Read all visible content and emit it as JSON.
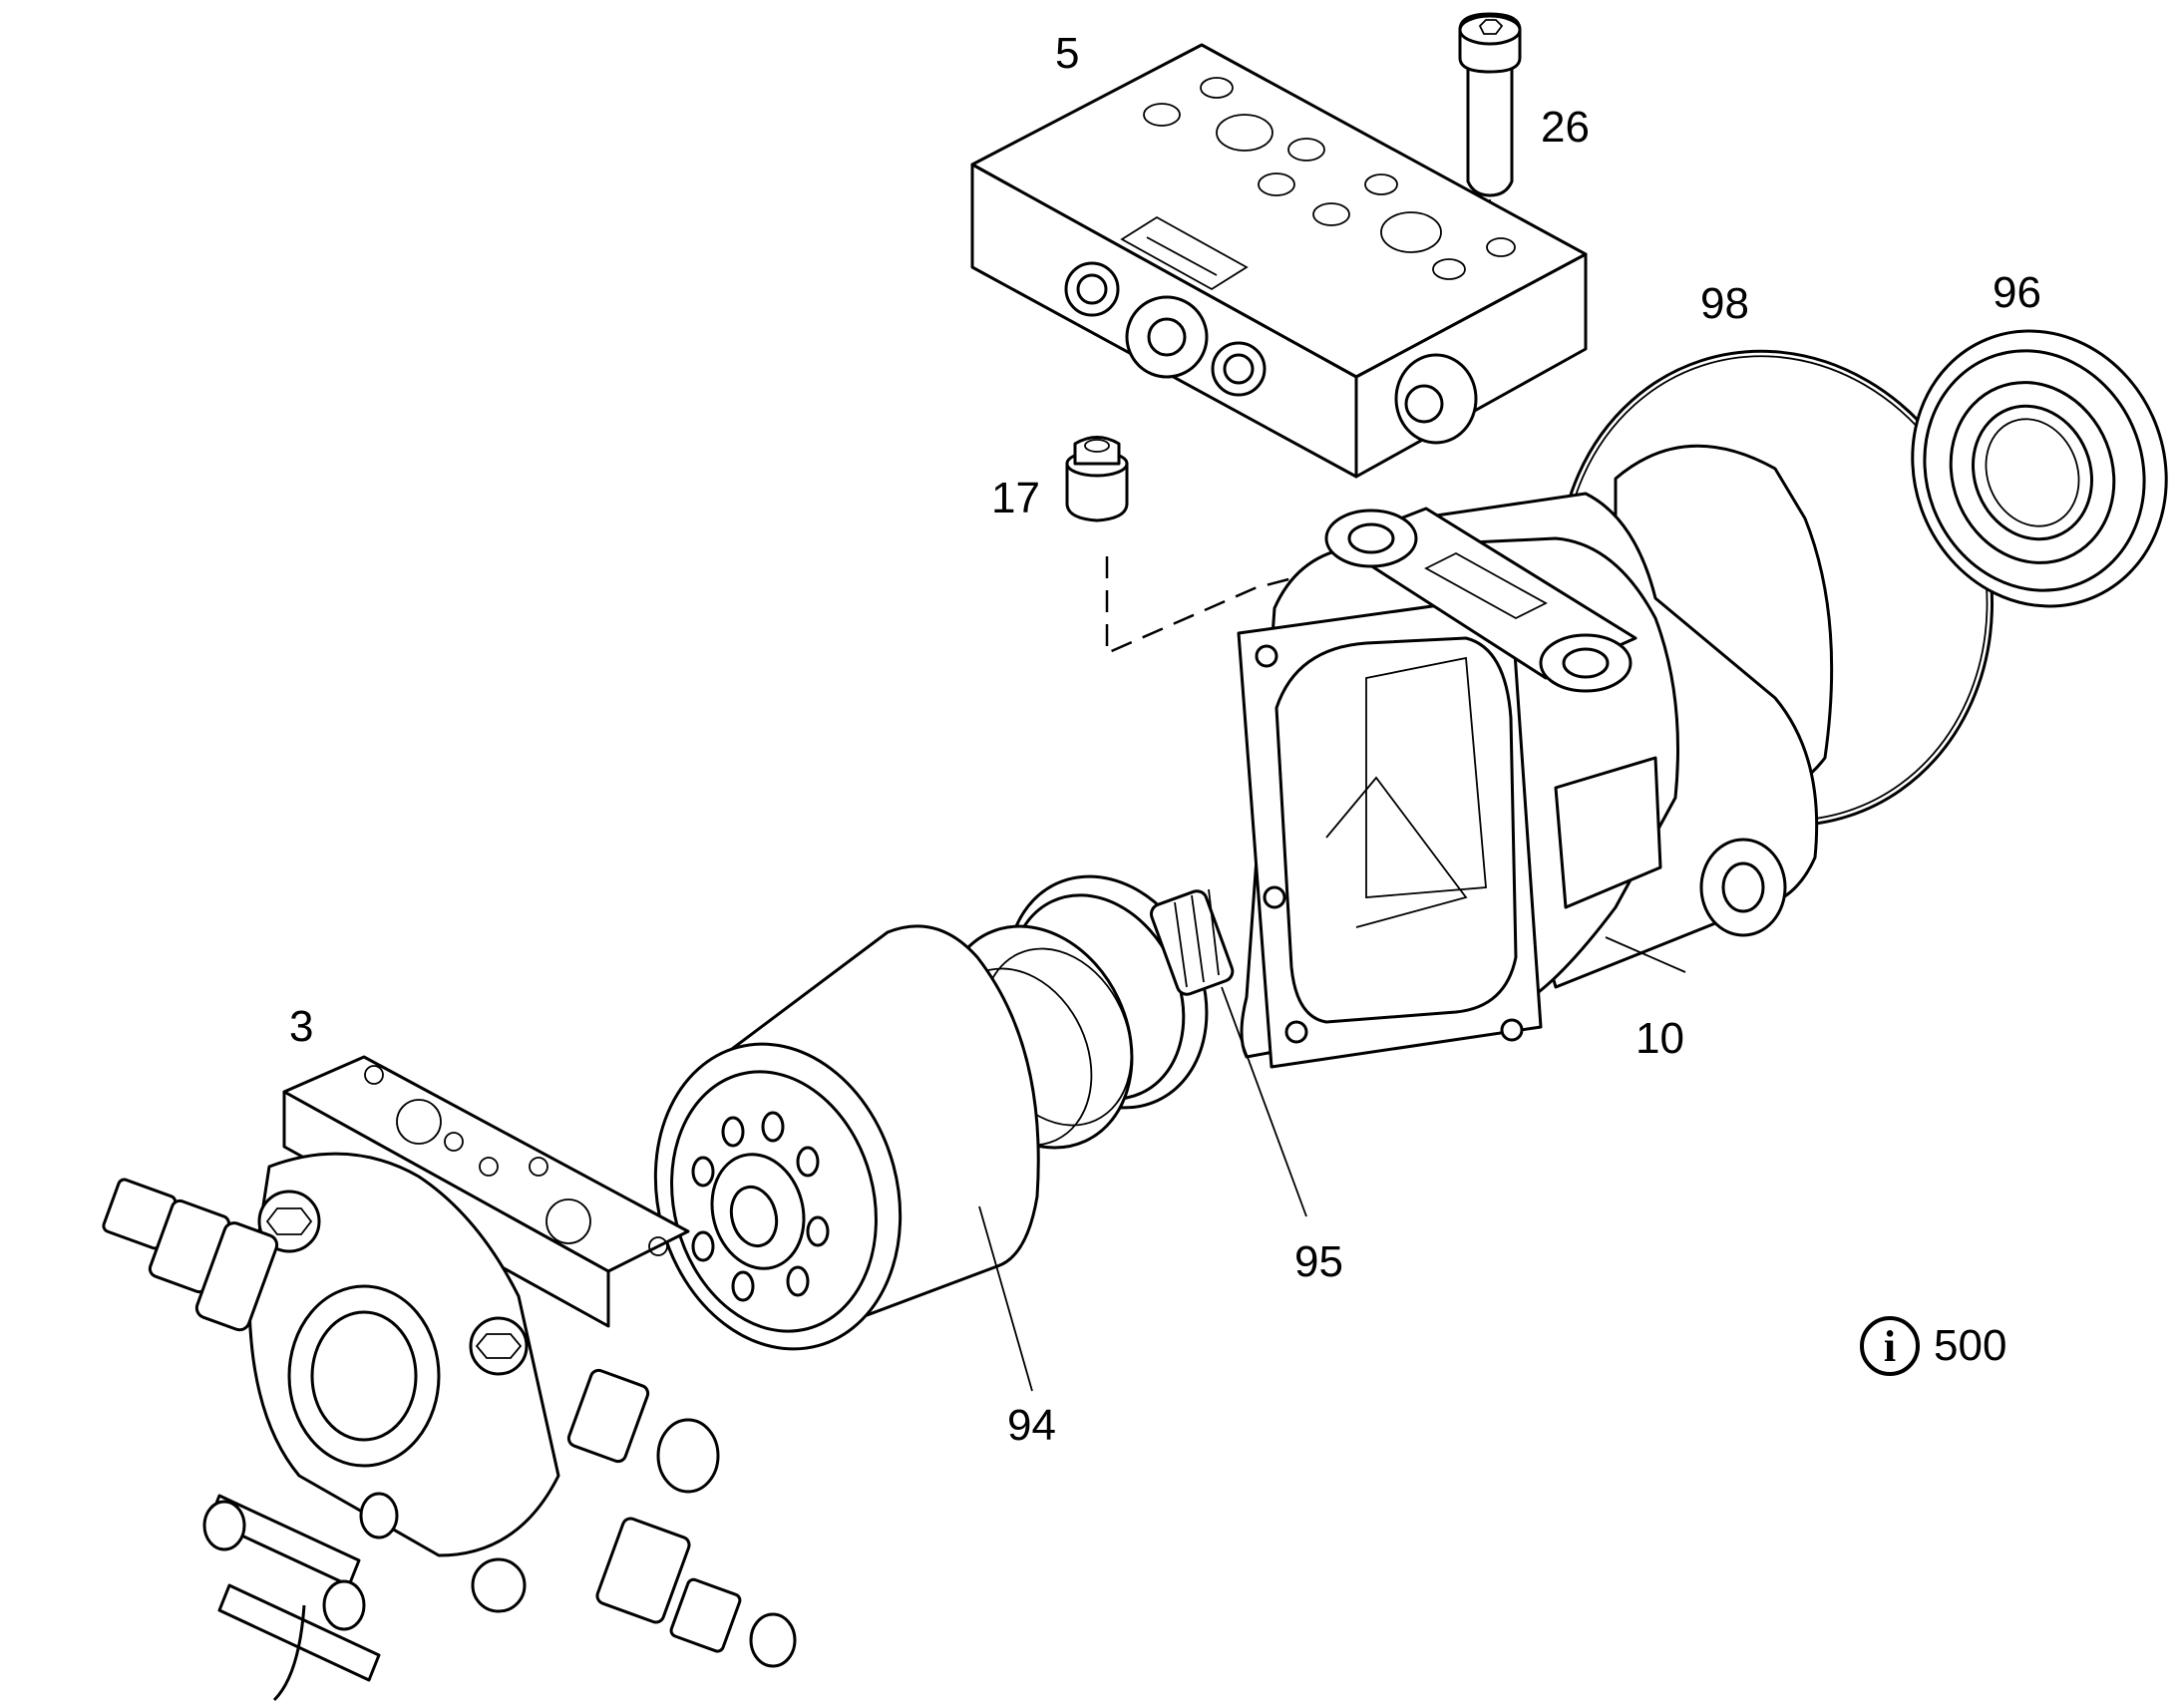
{
  "callouts": {
    "p5": "5",
    "p26": "26",
    "p98": "98",
    "p96": "96",
    "p17": "17",
    "p10": "10",
    "p3": "3",
    "p95": "95",
    "p94": "94"
  },
  "info": {
    "icon": "info-icon",
    "glyph": "i",
    "number": "500"
  }
}
